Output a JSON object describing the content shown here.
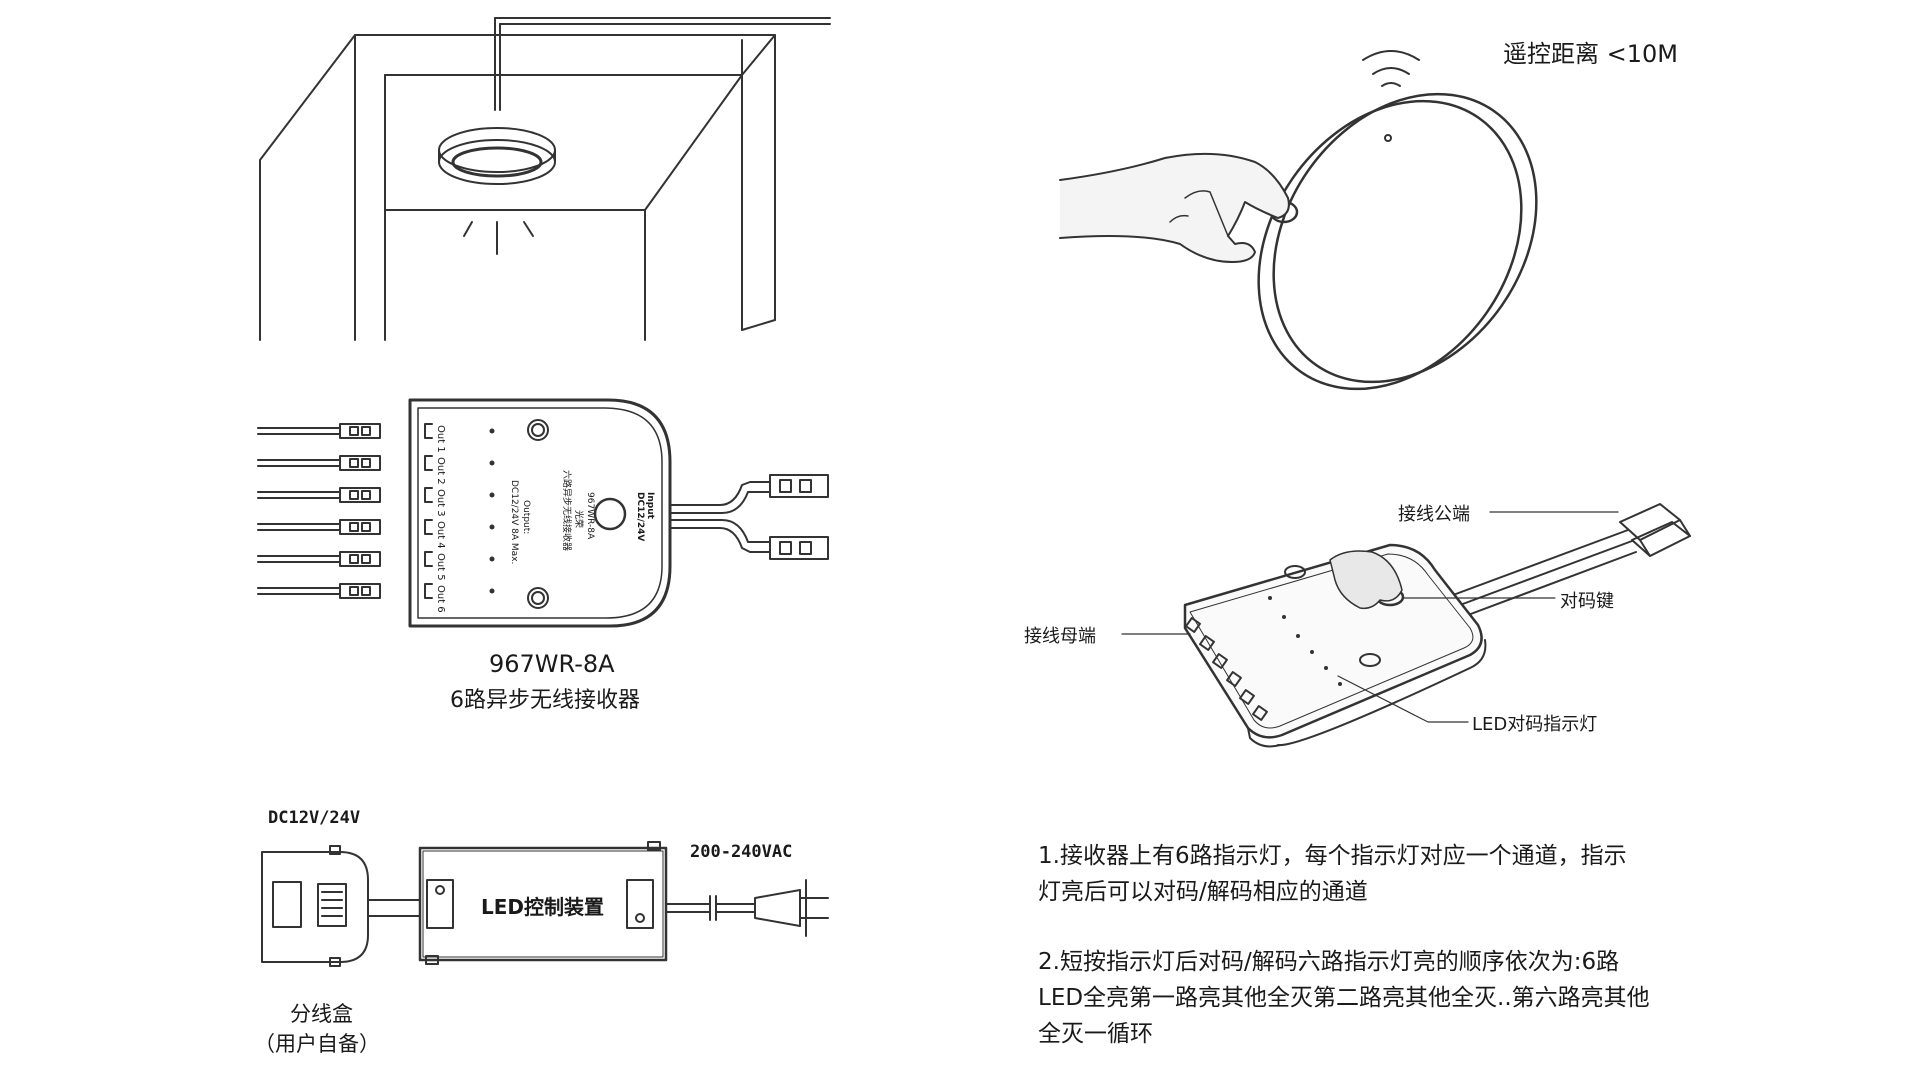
{
  "top_right": {
    "remote_distance": "遥控距离 <10M"
  },
  "receiver": {
    "model": "967WR-8A",
    "name": "6路异步无线接收器",
    "device_outputs": [
      "Out 1",
      "Out 2",
      "Out 3",
      "Out 4",
      "Out 5",
      "Out 6"
    ],
    "device_input": "Input",
    "device_input_voltage": "DC12/24V",
    "device_model": "967WR-8A",
    "device_brand": "光荣",
    "device_name": "六路异步无线接收器",
    "device_output_label": "Output:",
    "device_output_spec": "DC12/24V 8A Max."
  },
  "connector_callouts": {
    "male_end": "接线公端",
    "pair_key": "对码键",
    "female_end": "接线母端",
    "led_indicator": "LED对码指示灯"
  },
  "power": {
    "dc_label": "DC12V/24V",
    "ac_label": "200-240VAC",
    "controller_label": "LED控制装置",
    "junction_box": "分线盒",
    "user_supplied": "（用户自备）"
  },
  "notes": {
    "note1_line1": "1.接收器上有6路指示灯，每个指示灯对应一个通道，指示",
    "note1_line2": "灯亮后可以对码/解码相应的通道",
    "note2_line1": "2.短按指示灯后对码/解码六路指示灯亮的顺序依次为:6路",
    "note2_line2": "LED全亮第一路亮其他全灭第二路亮其他全灭..第六路亮其他",
    "note2_line3": "全灭一循环"
  }
}
